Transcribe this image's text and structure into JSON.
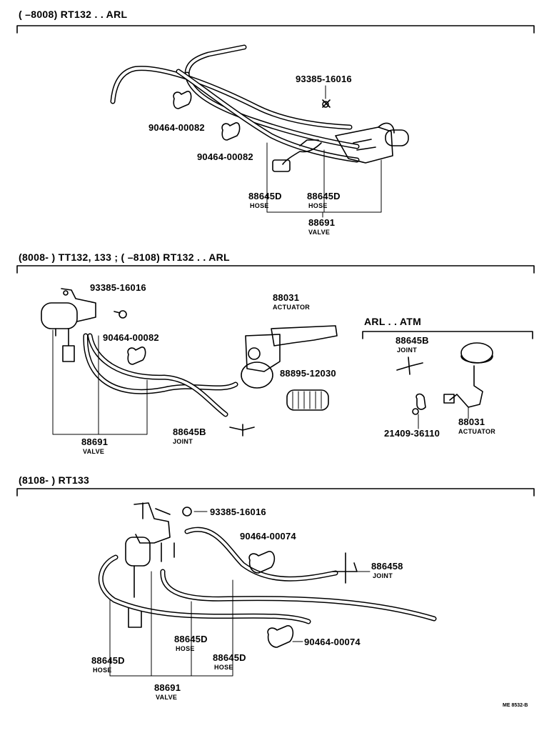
{
  "sections": [
    {
      "header": "(        –8008) RT132 . . ARL",
      "parts": [
        {
          "number": "93385-16016",
          "desc": ""
        },
        {
          "number": "90464-00082",
          "desc": ""
        },
        {
          "number": "90464-00082",
          "desc": ""
        },
        {
          "number": "88645D",
          "desc": "HOSE"
        },
        {
          "number": "88645D",
          "desc": "HOSE"
        },
        {
          "number": "88691",
          "desc": "VALVE"
        }
      ]
    },
    {
      "header": "(8008-          ) TT132, 133 ; (        –8108) RT132 . . ARL",
      "parts": [
        {
          "number": "93385-16016",
          "desc": ""
        },
        {
          "number": "88031",
          "desc": "ACTUATOR"
        },
        {
          "number": "90464-00082",
          "desc": ""
        },
        {
          "number": "88895-12030",
          "desc": ""
        },
        {
          "number": "88691",
          "desc": "VALVE"
        },
        {
          "number": "88645B",
          "desc": "JOINT"
        }
      ],
      "subgroup": {
        "header": "ARL . . ATM",
        "parts": [
          {
            "number": "88645B",
            "desc": "JOINT"
          },
          {
            "number": "88031",
            "desc": "ACTUATOR"
          },
          {
            "number": "21409-36110",
            "desc": ""
          }
        ]
      }
    },
    {
      "header": "(8108-          ) RT133",
      "parts": [
        {
          "number": "93385-16016",
          "desc": ""
        },
        {
          "number": "90464-00074",
          "desc": ""
        },
        {
          "number": "886458",
          "desc": "JOINT"
        },
        {
          "number": "90464-00074",
          "desc": ""
        },
        {
          "number": "88645D",
          "desc": "HOSE"
        },
        {
          "number": "88645D",
          "desc": "HOSE"
        },
        {
          "number": "88645D",
          "desc": "HOSE"
        },
        {
          "number": "88691",
          "desc": "VALVE"
        }
      ]
    }
  ],
  "figure_code": "ME 8532-B"
}
